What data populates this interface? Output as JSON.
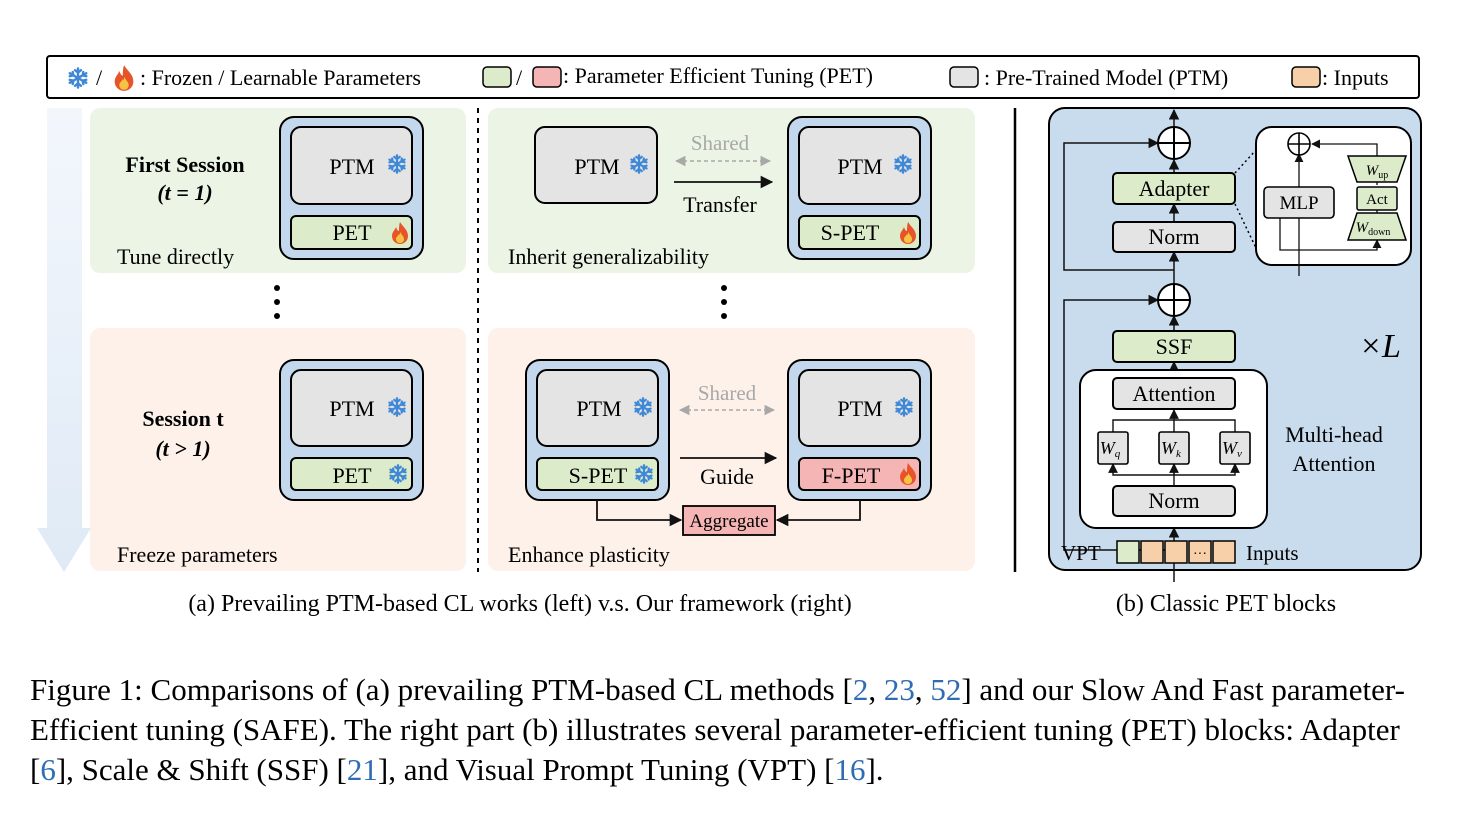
{
  "legend": {
    "frozen_learnable": ": Frozen / Learnable Parameters",
    "pet": ": Parameter Efficient Tuning (PET)",
    "ptm": ": Pre-Trained Model (PTM)",
    "inputs": ": Inputs"
  },
  "panel_a": {
    "first_session_title": "First Session",
    "first_session_cond": "(t = 1)",
    "session_t_title": "Session t",
    "session_t_cond": "(t > 1)",
    "tune_directly": "Tune directly",
    "freeze_parameters": "Freeze parameters",
    "inherit": "Inherit generalizability",
    "enhance": "Enhance plasticity",
    "ptm": "PTM",
    "pet": "PET",
    "s_pet": "S-PET",
    "f_pet": "F-PET",
    "shared": "Shared",
    "transfer": "Transfer",
    "guide": "Guide",
    "aggregate": "Aggregate",
    "subcaption": "(a) Prevailing PTM-based CL works (left) v.s. Our framework (right)"
  },
  "panel_b": {
    "adapter": "Adapter",
    "norm": "Norm",
    "mlp": "MLP",
    "act": "Act",
    "w_up": "W",
    "w_up_sub": "up",
    "w_down": "W",
    "w_down_sub": "down",
    "ssf": "SSF",
    "attention": "Attention",
    "wq": "W",
    "wq_sub": "q",
    "wk": "W",
    "wk_sub": "k",
    "wv": "W",
    "wv_sub": "v",
    "mha_line1": "Multi-head",
    "mha_line2": "Attention",
    "times_l": "×L",
    "vpt": "VPT",
    "inputs": "Inputs",
    "dots": "···",
    "subcaption": "(b) Classic PET blocks"
  },
  "caption": {
    "part1": "Figure 1: Comparisons of (a) prevailing PTM-based CL methods [",
    "ref1": "2",
    "sep1": ", ",
    "ref2": "23",
    "sep2": ", ",
    "ref3": "52",
    "part2": "] and our Slow And Fast parameter-Efficient tuning (SAFE). The right part (b) illustrates several parameter-efficient tuning (PET) blocks: Adapter [",
    "ref4": "6",
    "part3": "], Scale & Shift (SSF) [",
    "ref5": "21",
    "part4": "], and Visual Prompt Tuning (VPT) [",
    "ref6": "16",
    "part5": "]."
  },
  "colors": {
    "pet_green": "#dcebc9",
    "pet_red": "#f5b5b5",
    "ptm_gray": "#e4e4e4",
    "inputs_orange": "#f7cfa8",
    "frozen_blue": "#3f88d8",
    "module_blue": "#c3d8ec",
    "panel_blue": "#c9dcee",
    "bg_green": "#ecf4e6",
    "bg_peach": "#fdf1ea",
    "arrow_gray": "#a8a8a8",
    "cite_blue": "#2f6cb3"
  },
  "icons": [
    "snowflake-icon",
    "flame-icon"
  ]
}
